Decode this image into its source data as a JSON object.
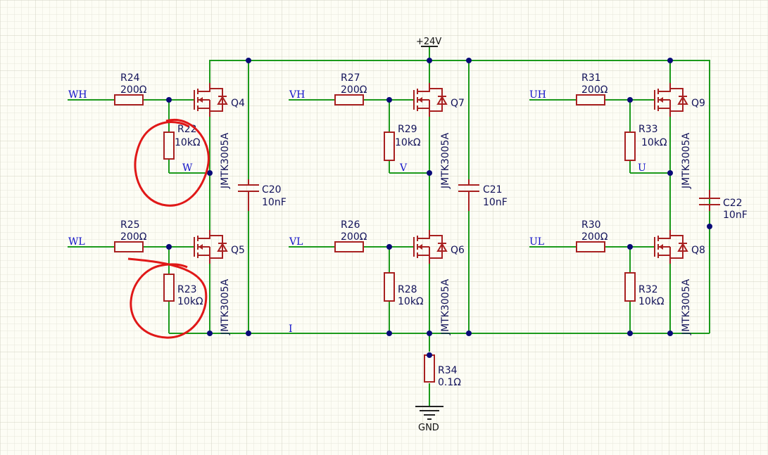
{
  "power": {
    "supply": "+24V",
    "ground": "GND"
  },
  "inputs": {
    "wh": "WH",
    "wl": "WL",
    "vh": "VH",
    "vl": "VL",
    "uh": "UH",
    "ul": "UL"
  },
  "nodes": {
    "w": "W",
    "v": "V",
    "u": "U",
    "i": "I"
  },
  "resistors": {
    "r24": {
      "ref": "R24",
      "value": "200Ω"
    },
    "r25": {
      "ref": "R25",
      "value": "200Ω"
    },
    "r22": {
      "ref": "R22",
      "value": "10kΩ"
    },
    "r23": {
      "ref": "R23",
      "value": "10kΩ"
    },
    "r27": {
      "ref": "R27",
      "value": "200Ω"
    },
    "r26": {
      "ref": "R26",
      "value": "200Ω"
    },
    "r29": {
      "ref": "R29",
      "value": "10kΩ"
    },
    "r28": {
      "ref": "R28",
      "value": "10kΩ"
    },
    "r31": {
      "ref": "R31",
      "value": "200Ω"
    },
    "r30": {
      "ref": "R30",
      "value": "200Ω"
    },
    "r33": {
      "ref": "R33",
      "value": "10kΩ"
    },
    "r32": {
      "ref": "R32",
      "value": "10kΩ"
    },
    "r34": {
      "ref": "R34",
      "value": "0.1Ω"
    }
  },
  "capacitors": {
    "c20": {
      "ref": "C20",
      "value": "10nF"
    },
    "c21": {
      "ref": "C21",
      "value": "10nF"
    },
    "c22": {
      "ref": "C22",
      "value": "10nF"
    }
  },
  "transistors": {
    "q4": {
      "ref": "Q4",
      "part": "JMTK3005A"
    },
    "q5": {
      "ref": "Q5",
      "part": "JMTK3005A"
    },
    "q7": {
      "ref": "Q7",
      "part": "JMTK3005A"
    },
    "q6": {
      "ref": "Q6",
      "part": "JMTK3005A"
    },
    "q9": {
      "ref": "Q9",
      "part": "JMTK3005A"
    },
    "q8": {
      "ref": "Q8",
      "part": "JMTK3005A"
    }
  },
  "colors": {
    "wire": "#1c9a1c",
    "component": "#a82020",
    "junction": "#0a0a78",
    "net_label": "#1010c8",
    "annotation": "#e01818",
    "grid": "#dcdcd0"
  }
}
